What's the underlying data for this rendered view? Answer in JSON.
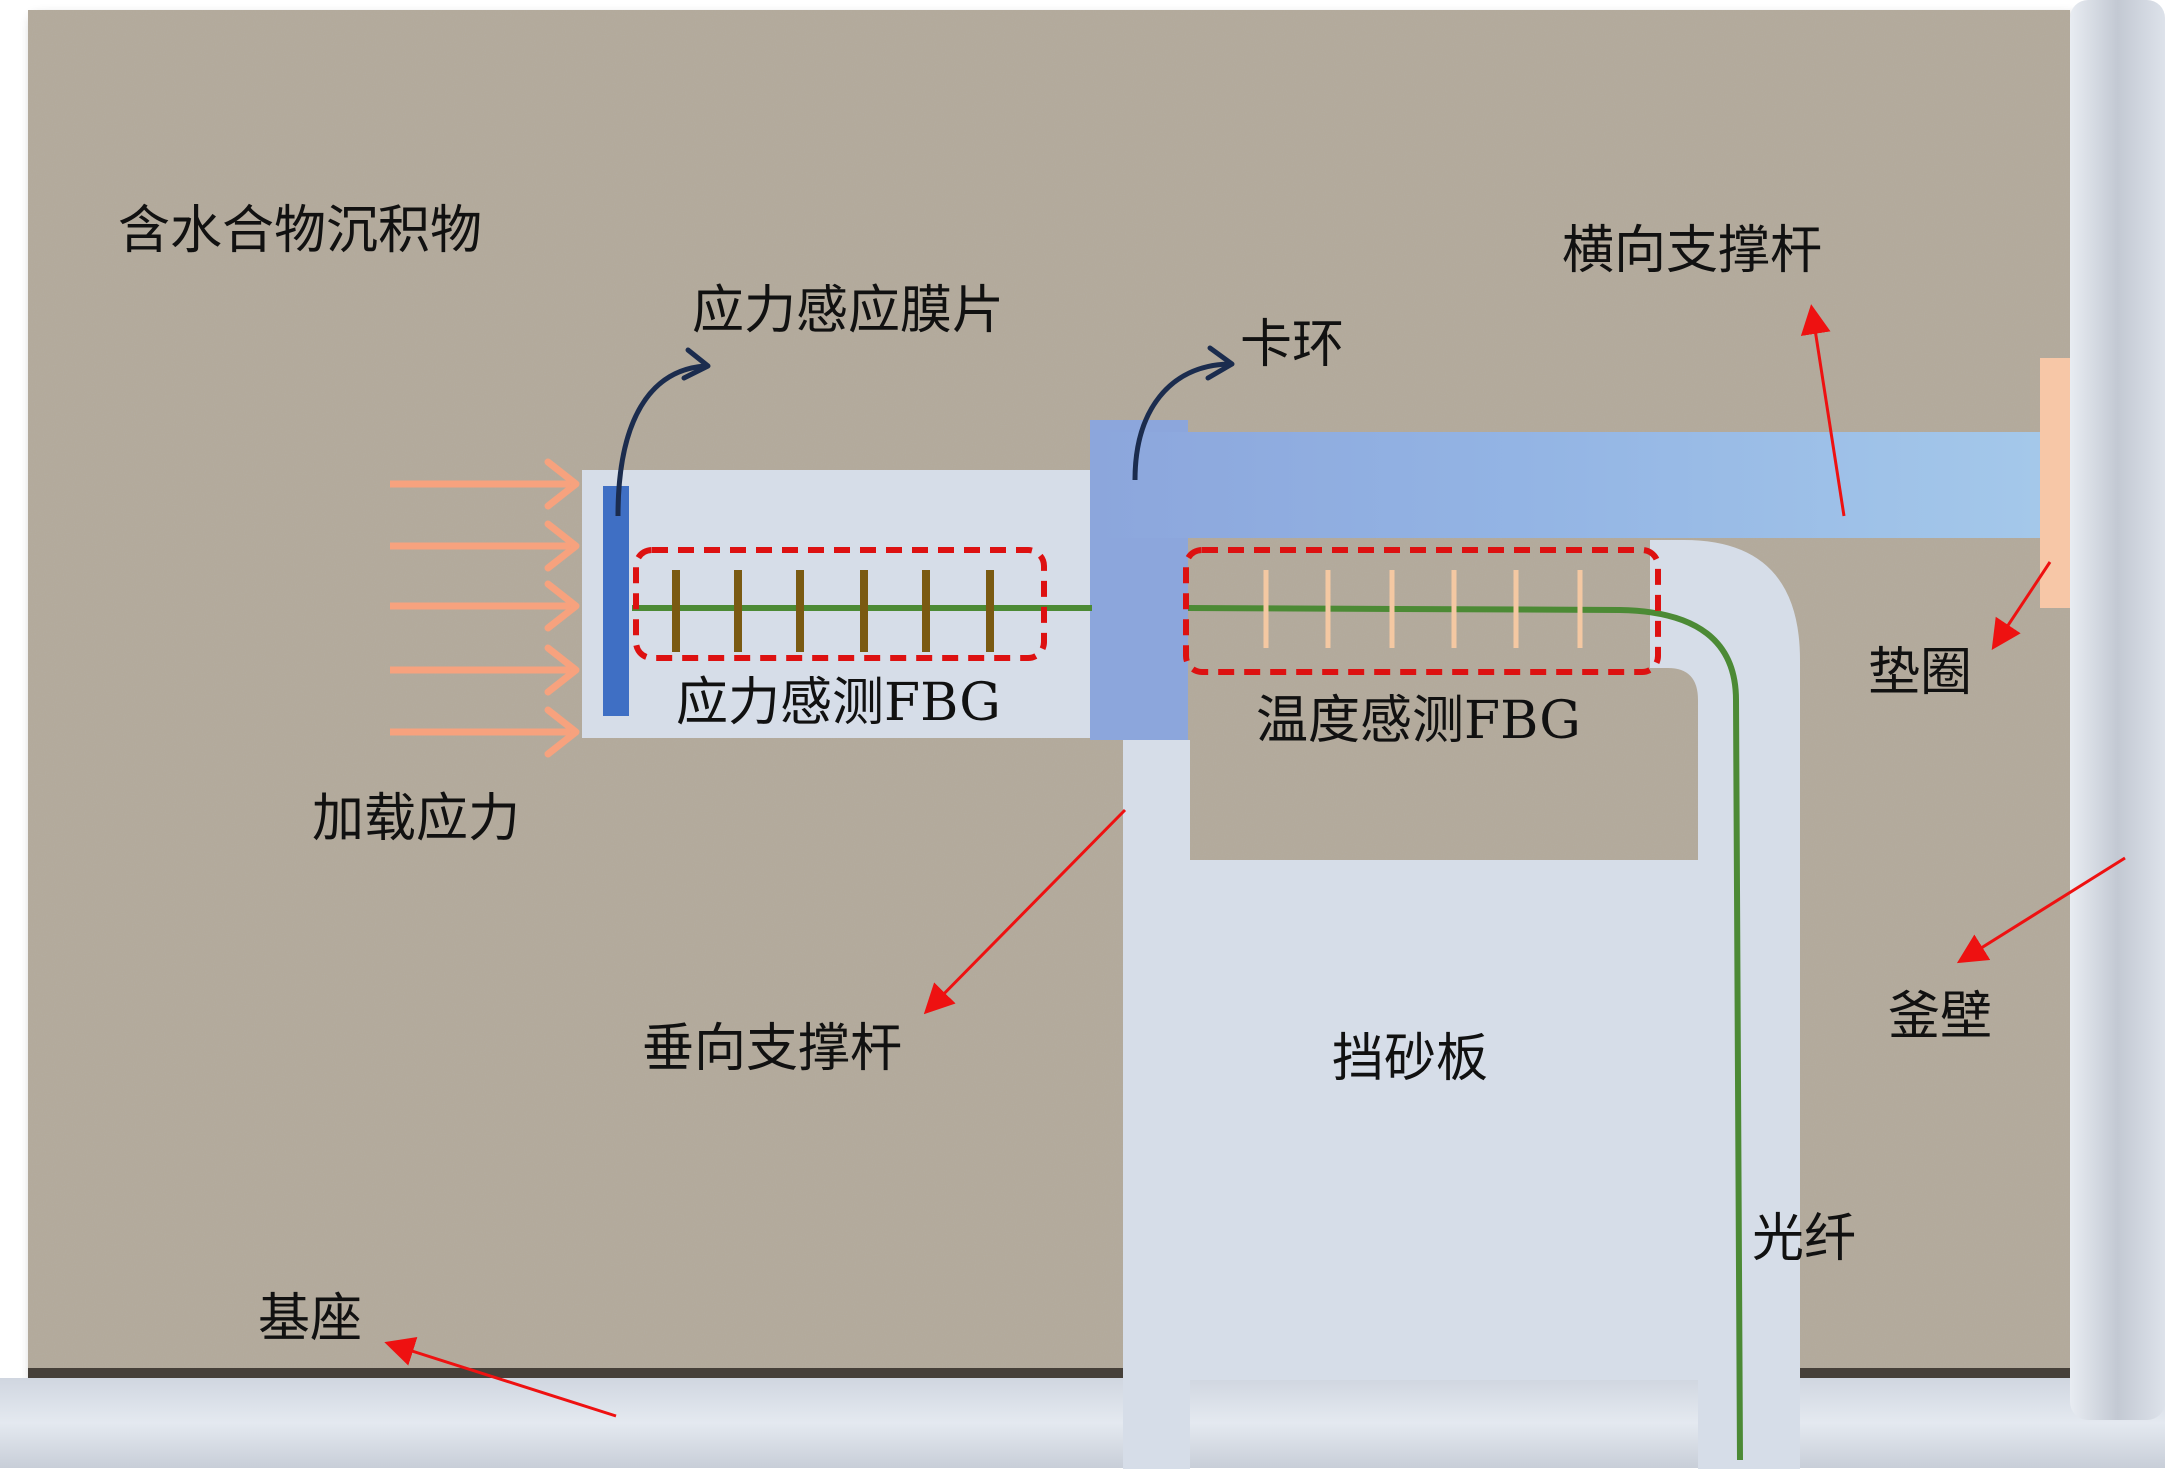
{
  "labels": {
    "sediment": "含水合物沉积物",
    "membrane": "应力感应膜片",
    "clamp_ring": "卡环",
    "horizontal_rod": "横向支撑杆",
    "gasket": "垫圈",
    "stress_fbg": "应力感测FBG",
    "temp_fbg": "温度感测FBG",
    "load_stress": "加载应力",
    "vertical_rod": "垂向支撑杆",
    "sand_baffle": "挡砂板",
    "kettle_wall": "釜壁",
    "optical_fiber": "光纤",
    "base": "基座"
  },
  "colors": {
    "sediment": "#b3aa9b",
    "housing": "#d6dde8",
    "clamp": "#8ca6dc",
    "rod_light": "#a4c6ea",
    "membrane": "#3f6fc4",
    "fiber": "#4c8a35",
    "stress_grating": "#7a5a12",
    "temp_grating": "#f4c8a2",
    "load_arrow": "#f7a27e",
    "pointer_arrow": "#ee1111",
    "curved_arrow": "#1b2c4e",
    "fbg_box": "#dd1111",
    "gasket": "#f7c7a7",
    "wall": "#cdd3dc"
  }
}
